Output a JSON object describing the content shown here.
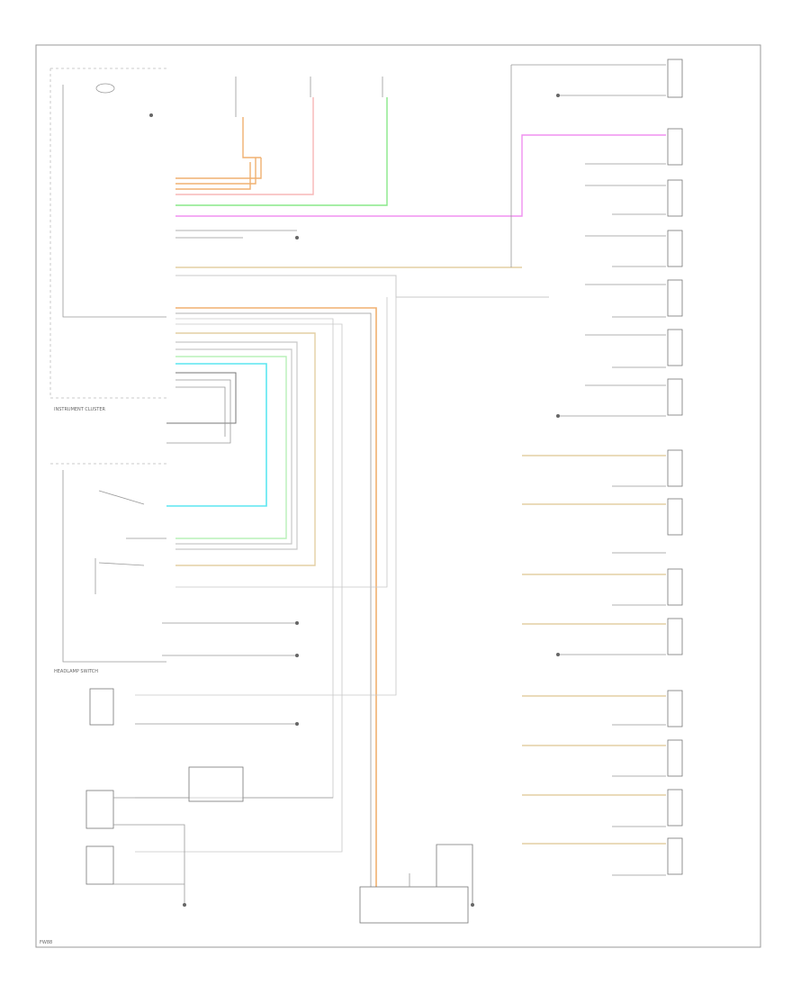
{
  "labels": {
    "instrument_cluster": "INSTRUMENT CLUSTER",
    "headlamp_switch": "HEADLAMP SWITCH",
    "footer_code": "FW88"
  },
  "colors": {
    "orange": "#f0b070",
    "tan": "#e3cfa4",
    "pink": "#f7b7b7",
    "green": "#88e888",
    "light_green": "#b8f0b8",
    "magenta": "#f090f0",
    "cyan": "#5ce6f0",
    "gray": "#c8c8c8",
    "line": "#9a9a9a",
    "dark": "#777777"
  }
}
